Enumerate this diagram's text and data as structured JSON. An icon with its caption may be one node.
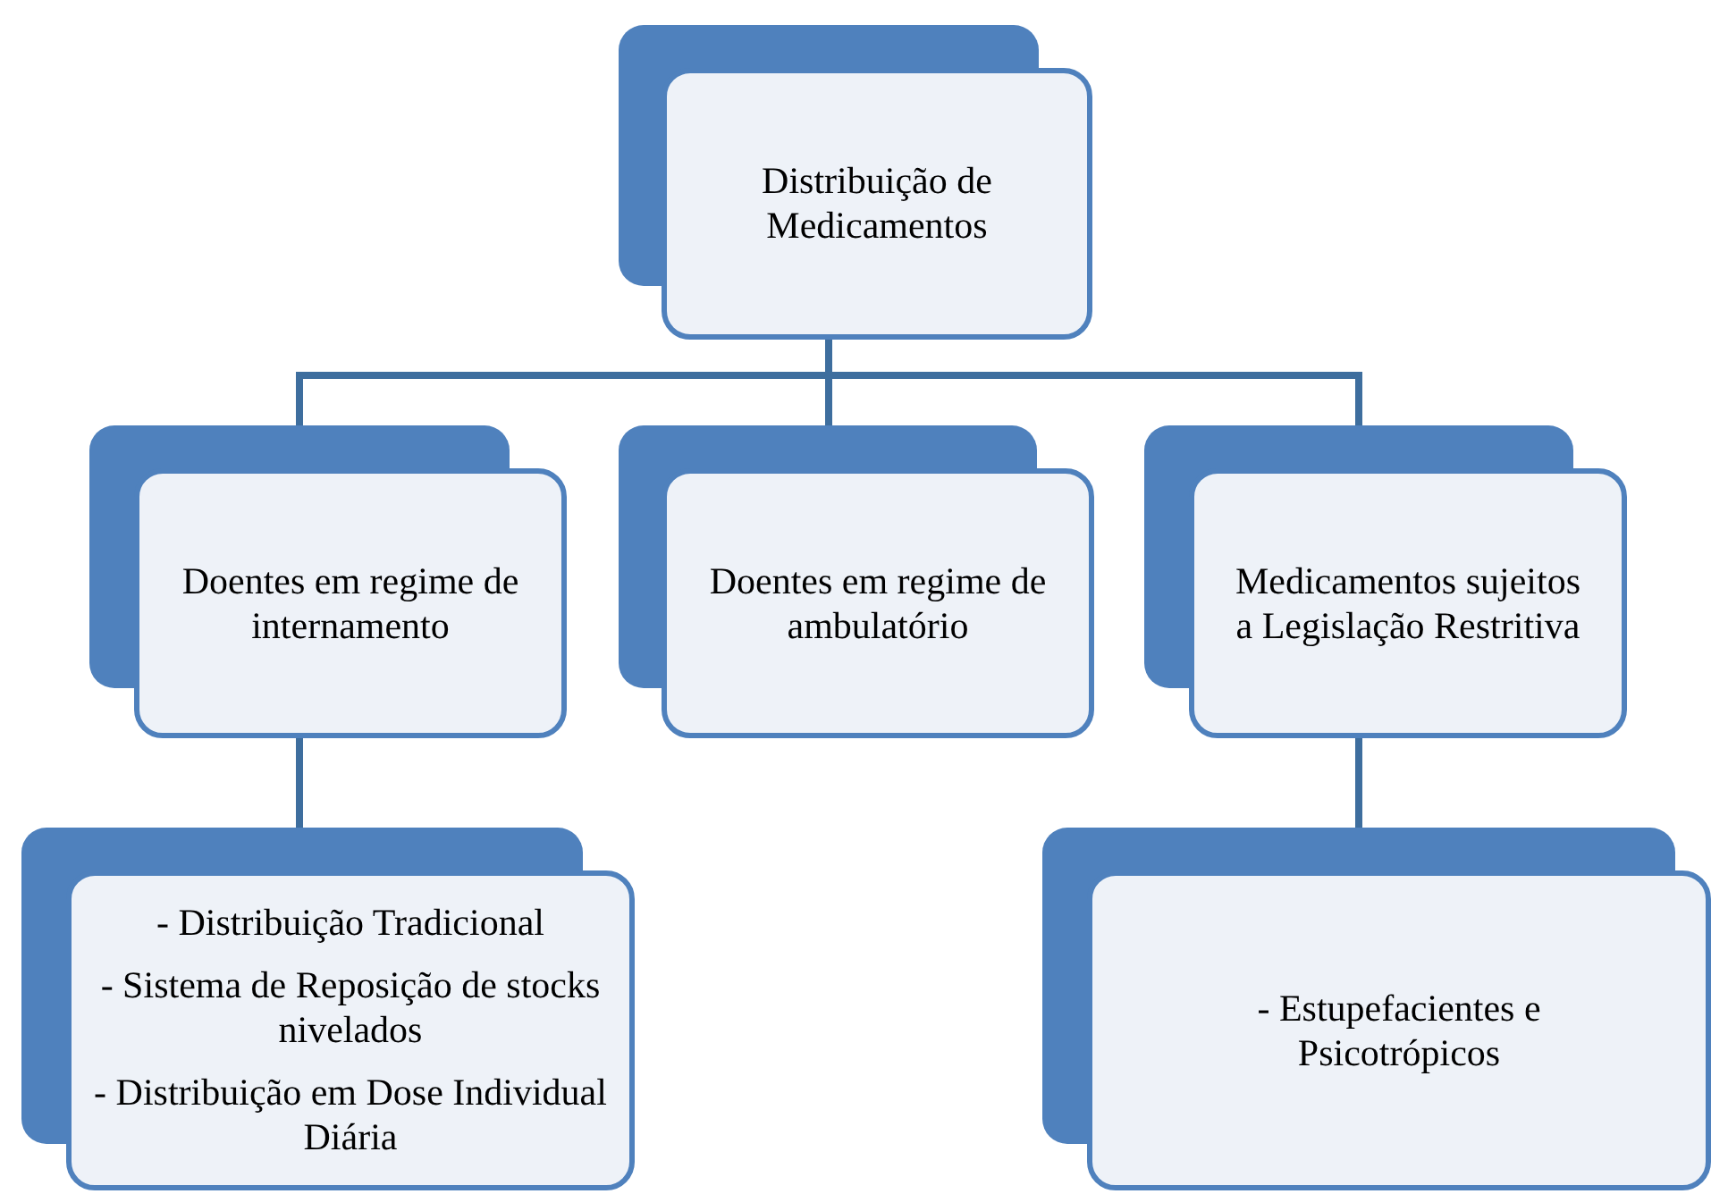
{
  "diagram": {
    "nodes": [
      {
        "text": [
          "Distribuição de Medicamentos"
        ]
      },
      {
        "text": [
          "Doentes em regime de internamento"
        ]
      },
      {
        "text": [
          "Doentes em regime de ambulatório"
        ]
      },
      {
        "text": [
          "Medicamentos sujeitos  a Legislação Restritiva"
        ]
      },
      {
        "text": [
          "-  Distribuição Tradicional",
          "- Sistema de Reposição de stocks nivelados",
          "- Distribuição em  Dose Individual Diária"
        ]
      },
      {
        "text": [
          "- Estupefacientes e Psicotrópicos"
        ]
      }
    ],
    "edges": [
      {
        "from": 0,
        "to": 1,
        "arrow": "none"
      },
      {
        "from": 0,
        "to": 2,
        "arrow": "none"
      },
      {
        "from": 0,
        "to": 3,
        "arrow": "none"
      },
      {
        "from": 1,
        "to": 4,
        "arrow": "none"
      },
      {
        "from": 3,
        "to": 5,
        "arrow": "none"
      }
    ]
  }
}
